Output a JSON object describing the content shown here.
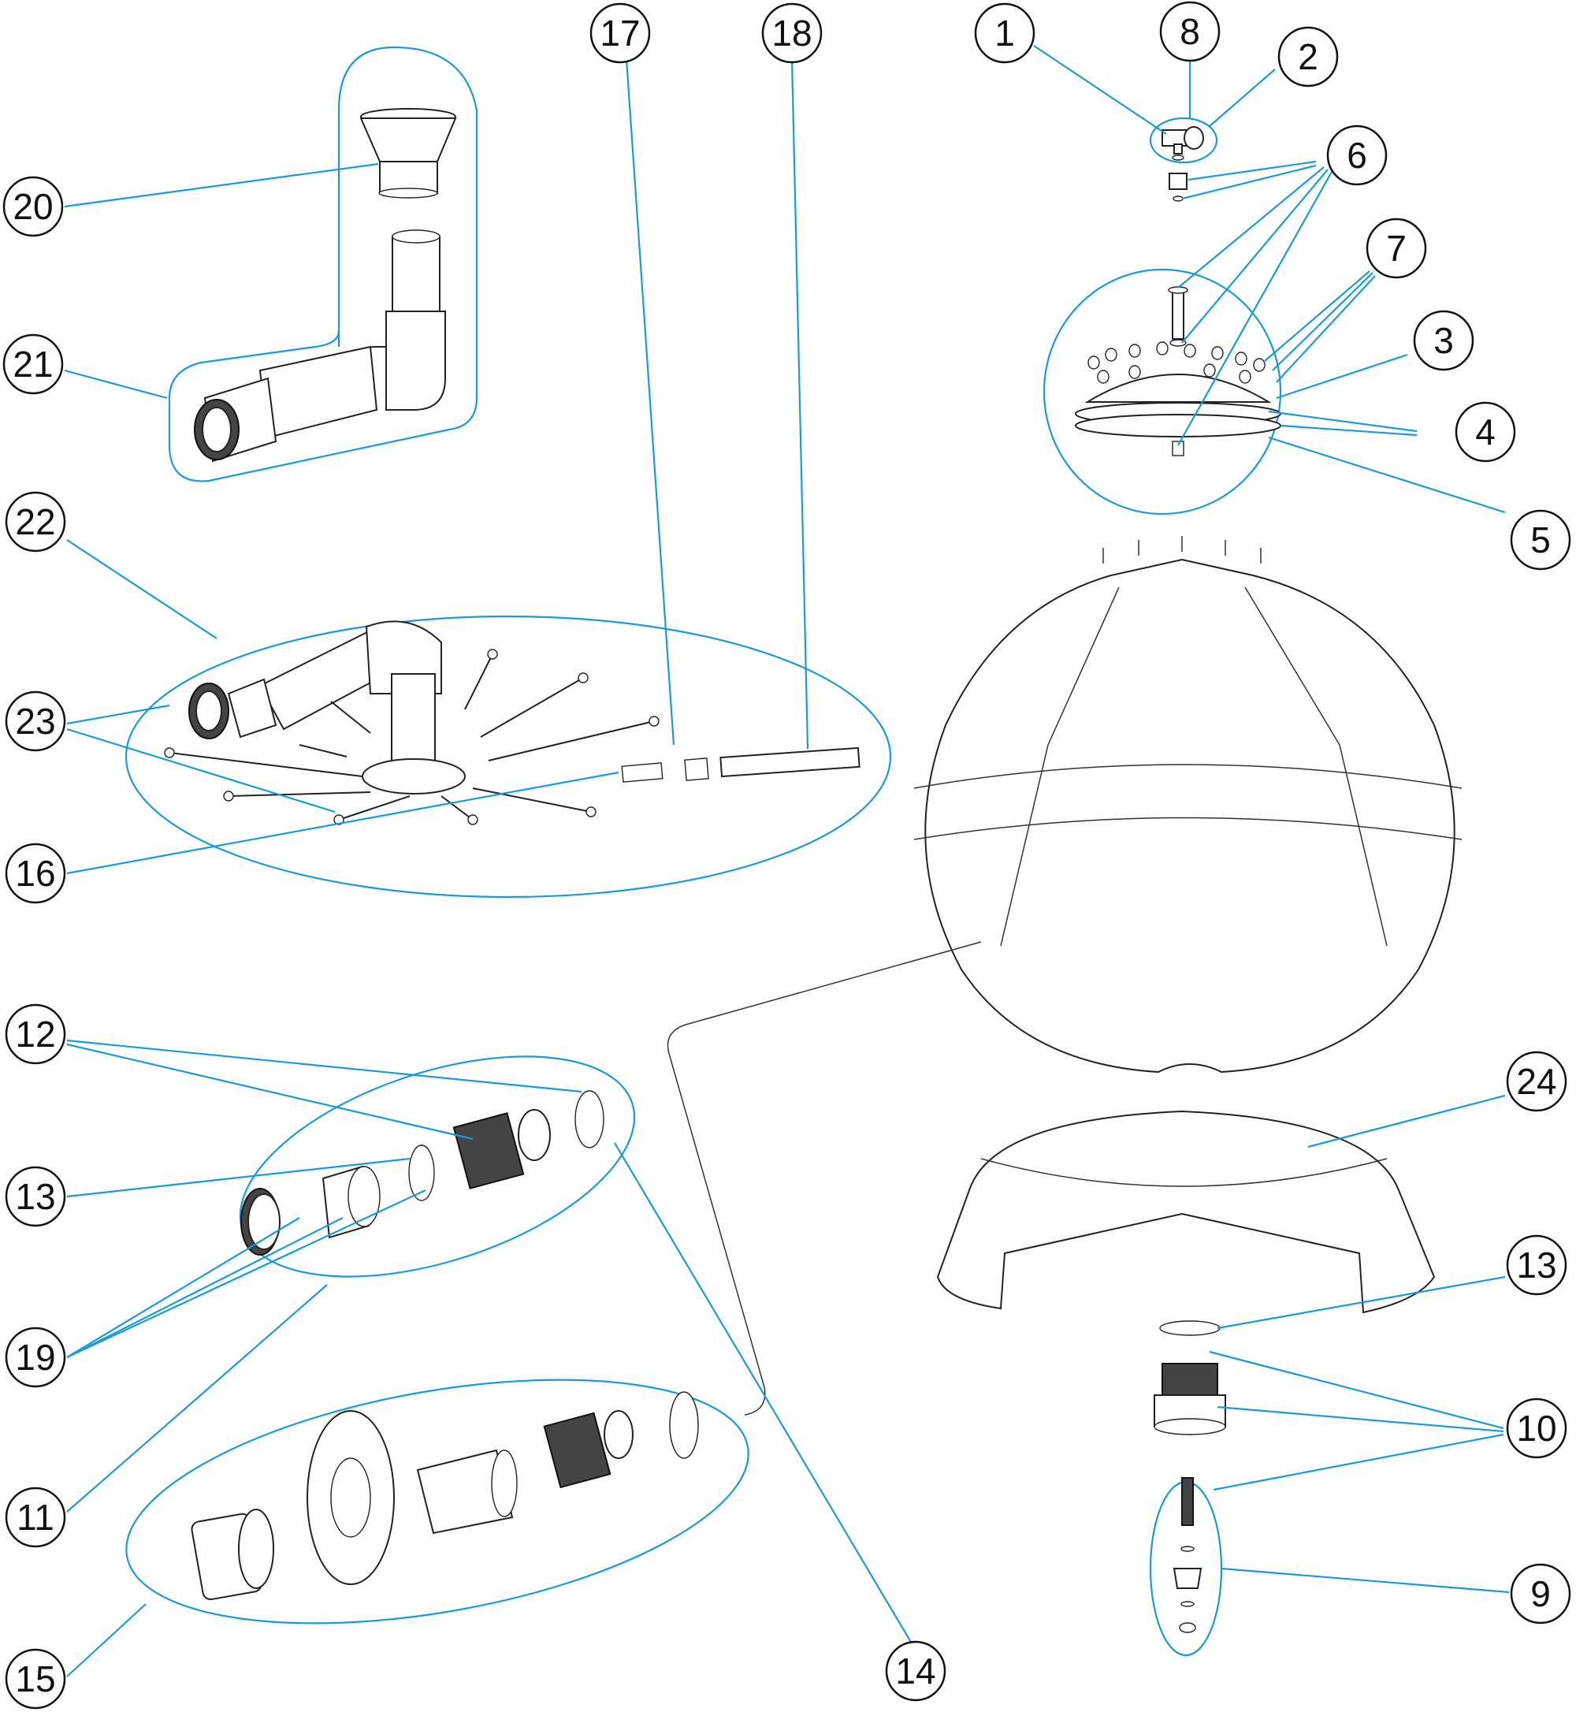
{
  "diagram": {
    "callouts": [
      {
        "label": "1"
      },
      {
        "label": "8"
      },
      {
        "label": "2"
      },
      {
        "label": "6"
      },
      {
        "label": "7"
      },
      {
        "label": "3"
      },
      {
        "label": "4"
      },
      {
        "label": "5"
      },
      {
        "label": "17"
      },
      {
        "label": "18"
      },
      {
        "label": "20"
      },
      {
        "label": "21"
      },
      {
        "label": "22"
      },
      {
        "label": "23"
      },
      {
        "label": "16"
      },
      {
        "label": "12"
      },
      {
        "label": "13"
      },
      {
        "label": "19"
      },
      {
        "label": "11"
      },
      {
        "label": "15"
      },
      {
        "label": "14"
      },
      {
        "label": "24"
      },
      {
        "label": "13"
      },
      {
        "label": "10"
      },
      {
        "label": "9"
      }
    ]
  }
}
